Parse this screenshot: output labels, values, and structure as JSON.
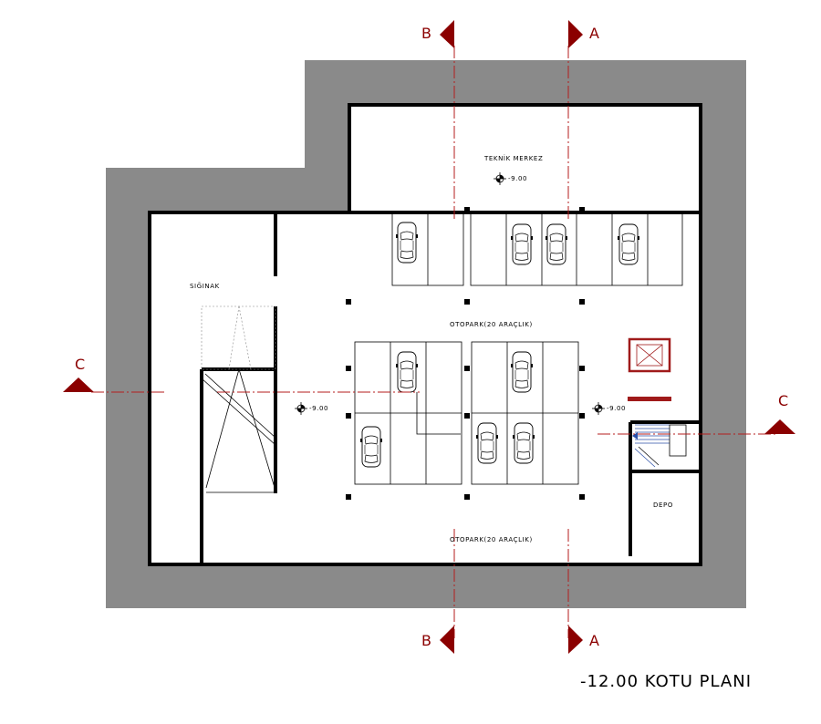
{
  "labels": {
    "teknik_merkez": "TEKNİK MERKEZ",
    "siginak": "SIĞINAK",
    "otopark_upper": "OTOPARK(20 ARAÇLIK)",
    "otopark_lower": "OTOPARK(20 ARAÇLIK)",
    "depo": "DEPO"
  },
  "levels": {
    "top": "-9.00",
    "left": "-9.00",
    "right": "-9.00"
  },
  "section_marks": {
    "b_top": "B",
    "a_top": "A",
    "b_bottom": "B",
    "a_bottom": "A",
    "c_left": "C",
    "c_right": "C"
  },
  "plan_title": "-12.00 KOTU PLANI",
  "colors": {
    "earth": "#8a8a8a",
    "section_red": "#8b0000",
    "axis_red": "#b41e1e",
    "elevator_red": "#a01a1a",
    "stair_blue": "#2b4fa8"
  }
}
